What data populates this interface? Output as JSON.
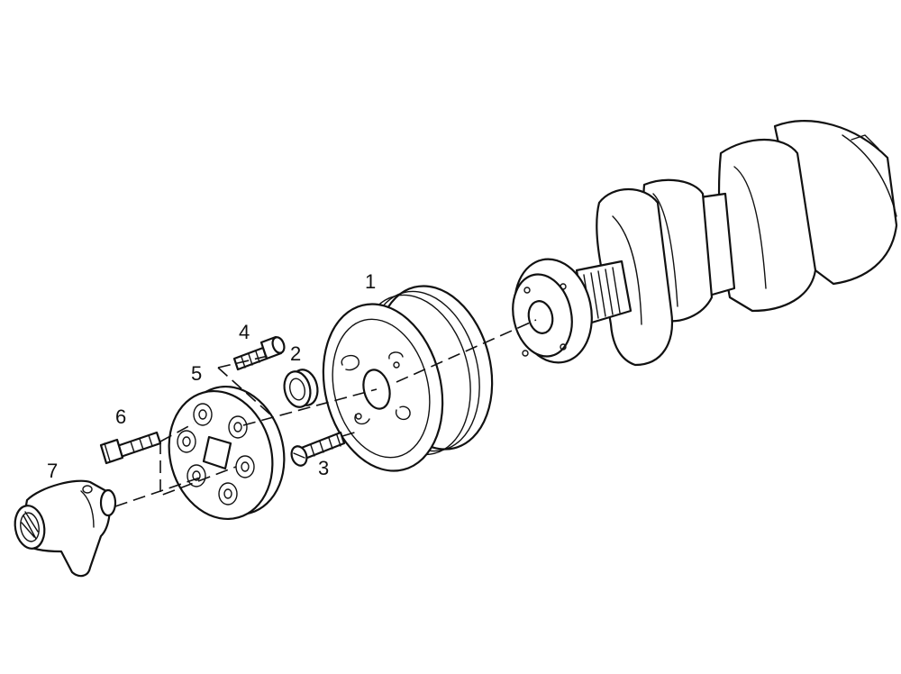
{
  "diagram": {
    "callouts": [
      {
        "id": "c1",
        "text": "1"
      },
      {
        "id": "c2",
        "text": "2"
      },
      {
        "id": "c3",
        "text": "3"
      },
      {
        "id": "c4",
        "text": "4"
      },
      {
        "id": "c5",
        "text": "5"
      },
      {
        "id": "c6",
        "text": "6"
      },
      {
        "id": "c7",
        "text": "7"
      }
    ]
  },
  "colors": {
    "line": "#111111",
    "background": "#ffffff"
  }
}
